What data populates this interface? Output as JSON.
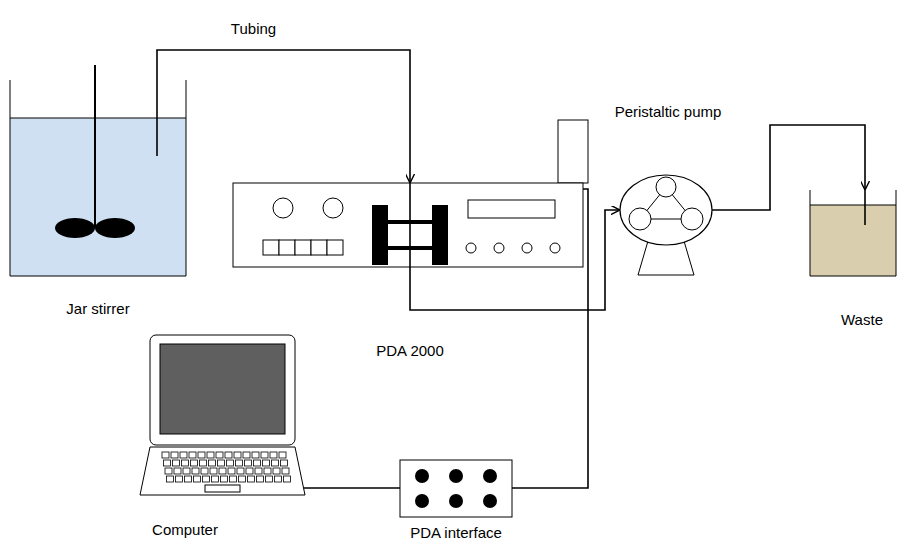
{
  "diagram": {
    "nodes": [
      {
        "text": [
          "Jar stirrer"
        ]
      },
      {
        "text": [
          "PDA 2000"
        ]
      },
      {
        "text": [
          "Peristaltic pump"
        ]
      },
      {
        "text": [
          "Waste"
        ]
      },
      {
        "text": [
          "Computer"
        ]
      },
      {
        "text": [
          "PDA interface"
        ]
      }
    ],
    "edges": [
      {
        "from": 0,
        "to": 1,
        "arrow": "to",
        "label": "Tubing"
      },
      {
        "from": 1,
        "to": 2,
        "arrow": "to"
      },
      {
        "from": 2,
        "to": 3,
        "arrow": "to"
      },
      {
        "from": 1,
        "to": 5,
        "arrow": "none"
      },
      {
        "from": 5,
        "to": 4,
        "arrow": "none"
      }
    ]
  }
}
